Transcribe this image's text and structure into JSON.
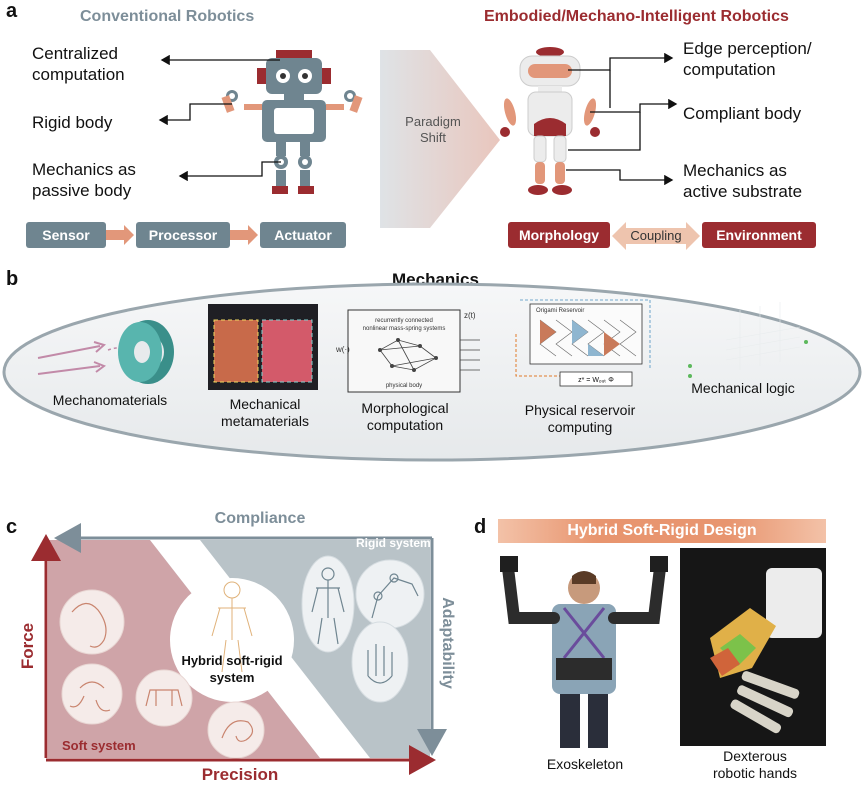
{
  "panel_a": {
    "letter": "a",
    "left_title": "Conventional Robotics",
    "right_title": "Embodied/Mechano-Intelligent Robotics",
    "left_labels": [
      "Centralized",
      "computation",
      "Rigid body",
      "Mechanics as",
      "passive body"
    ],
    "right_labels": [
      "Edge perception/",
      "computation",
      "Compliant body",
      "Mechanics as",
      "active substrate"
    ],
    "paradigm": [
      "Paradigm",
      "Shift"
    ],
    "pipeline": [
      "Sensor",
      "Processor",
      "Actuator"
    ],
    "coupling": {
      "left": "Morphology",
      "middle": "Coupling",
      "right": "Environment"
    }
  },
  "panel_b": {
    "letter": "b",
    "title": "Mechanics",
    "items": [
      {
        "label": [
          "Mechanomaterials"
        ]
      },
      {
        "label": [
          "Mechanical",
          "metamaterials"
        ]
      },
      {
        "label": [
          "Morphological",
          "computation"
        ]
      },
      {
        "label": [
          "Physical reservoir",
          "computing"
        ]
      },
      {
        "label": [
          "Mechanical logic"
        ]
      }
    ],
    "morph_box": {
      "top_text": [
        "recurrently connected",
        "nonlinear mass-spring systems"
      ],
      "bottom_text": "physical body",
      "input": "w(·)",
      "output": "z(t)"
    },
    "reservoir": {
      "header": "Origami Reservoir",
      "equation": "z* = Wₒᵤₜ Φ"
    }
  },
  "panel_c": {
    "letter": "c",
    "top_axis": "Compliance",
    "left_axis": "Force",
    "right_axis": "Adaptability",
    "bottom_axis": "Precision",
    "rigid": "Rigid system",
    "soft": "Soft system",
    "hybrid": [
      "Hybrid soft-rigid",
      "system"
    ]
  },
  "panel_d": {
    "letter": "d",
    "banner": "Hybrid Soft-Rigid Design",
    "captions": [
      [
        "Exoskeleton"
      ],
      [
        "Dexterous",
        "robotic hands"
      ]
    ]
  },
  "colors": {
    "rigid_gray": "#6f8590",
    "soft_red": "#9b2c30",
    "arrow_orange": "#e2977a",
    "banner": "#e8956f"
  }
}
